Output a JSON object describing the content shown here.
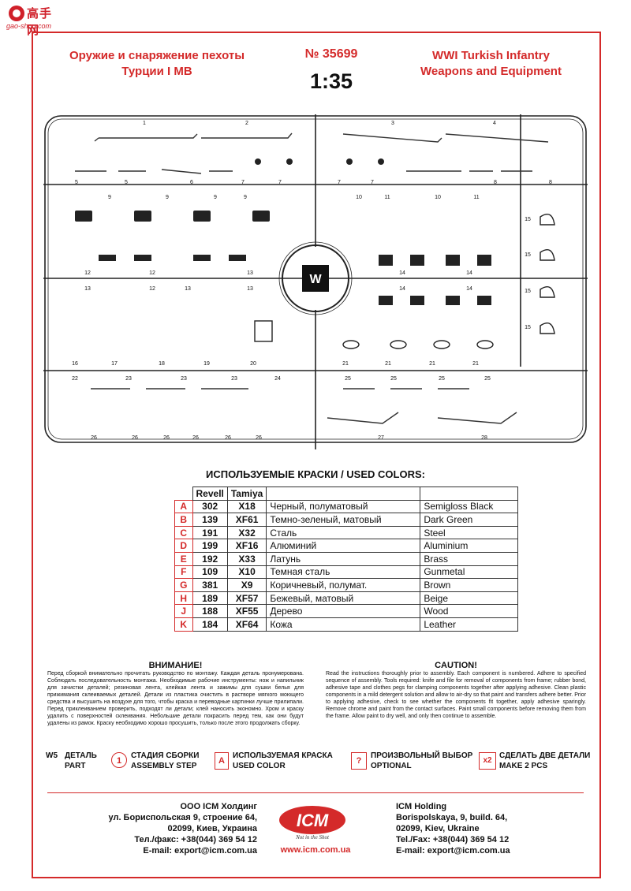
{
  "watermark": {
    "text": "高手网",
    "sub": "gao-shou.com"
  },
  "header": {
    "title_ru_line1": "Оружие и снаряжение пехоты",
    "title_ru_line2": "Турции I MB",
    "catalog_number": "№ 35699",
    "scale": "1:35",
    "title_en_line1": "WWI Turkish Infantry",
    "title_en_line2": "Weapons and Equipment"
  },
  "sprue": {
    "label": "W"
  },
  "colors_title": "ИСПОЛЬЗУЕМЫЕ КРАСКИ / USED COLORS:",
  "color_table": {
    "headers": [
      "Revell",
      "Tamiya"
    ],
    "rows": [
      {
        "letter": "A",
        "revell": "302",
        "tamiya": "X18",
        "ru": "Черный, полуматовый",
        "en": "Semigloss Black"
      },
      {
        "letter": "B",
        "revell": "139",
        "tamiya": "XF61",
        "ru": "Темно-зеленый, матовый",
        "en": "Dark Green"
      },
      {
        "letter": "C",
        "revell": "191",
        "tamiya": "X32",
        "ru": "Сталь",
        "en": "Steel"
      },
      {
        "letter": "D",
        "revell": "199",
        "tamiya": "XF16",
        "ru": "Алюминий",
        "en": "Aluminium"
      },
      {
        "letter": "E",
        "revell": "192",
        "tamiya": "X33",
        "ru": "Латунь",
        "en": "Brass"
      },
      {
        "letter": "F",
        "revell": "109",
        "tamiya": "X10",
        "ru": "Темная сталь",
        "en": "Gunmetal"
      },
      {
        "letter": "G",
        "revell": "381",
        "tamiya": "X9",
        "ru": "Коричневый, полумат.",
        "en": "Brown"
      },
      {
        "letter": "H",
        "revell": "189",
        "tamiya": "XF57",
        "ru": "Бежевый, матовый",
        "en": "Beige"
      },
      {
        "letter": "J",
        "revell": "188",
        "tamiya": "XF55",
        "ru": "Дерево",
        "en": "Wood"
      },
      {
        "letter": "K",
        "revell": "184",
        "tamiya": "XF64",
        "ru": "Кожа",
        "en": "Leather"
      }
    ]
  },
  "notice_ru": {
    "title": "ВНИМАНИЕ!",
    "body": "Перед сборкой внимательно прочитать руководство по монтажу. Каждая деталь пронумерована. Соблюдать последовательность монтажа. Необходимые рабочие инструменты: нож и напильник для зачистки деталей; резиновая лента, клейкая лента и зажимы для сушки белья для прижимания склеиваемых деталей. Детали из пластика очистить в растворе мягкого моющего средства и высушить на воздухе для того, чтобы краска и переводные картинки лучше прилипали. Перед приклеиванием проверить, подходят ли детали; клей наносить экономно. Хром и краску удалить с поверхностей склеивания. Небольшие детали покрасить перед тем, как они будут удалены из рамок. Краску необходимо хорошо просушить, только после этого продолжать сборку."
  },
  "notice_en": {
    "title": "CAUTION!",
    "body": "Read the instructions thoroughly prior to assembly. Each component is numbered. Adhere to specified sequence of assembly. Tools required: knife and file for removal of components from frame; rubber bond, adhesive tape and clothes pegs for clamping components together after applying adhesive. Clean plastic components in a mild detergent solution and allow to air-dry so that paint and transfers adhere better. Prior to applying adhesive, check to see whether the components fit together, apply adhesive sparingly. Remove chrome and paint from the contact surfaces. Paint small components before removing them from the frame. Allow paint to dry well, and only then continue to assemble."
  },
  "legend": {
    "part_symbol": "W5",
    "part_ru": "ДЕТАЛЬ",
    "part_en": "PART",
    "step_symbol": "1",
    "step_ru": "СТАДИЯ СБОРКИ",
    "step_en": "ASSEMBLY STEP",
    "color_symbol": "A",
    "color_ru": "ИСПОЛЬЗУЕМАЯ КРАСКА",
    "color_en": "USED COLOR",
    "optional_symbol": "?",
    "optional_ru": "ПРОИЗВОЛЬНЫЙ ВЫБОР",
    "optional_en": "OPTIONAL",
    "x2_symbol": "x2",
    "x2_ru": "СДЕЛАТЬ ДВЕ ДЕТАЛИ",
    "x2_en": "MAKE 2 PCS"
  },
  "footer": {
    "ru": [
      "ООО ICM Холдинг",
      "ул. Бориспольская 9, строение 64,",
      "02099, Киев, Украина",
      "Тел./факс: +38(044) 369 54 12",
      "E-mail: export@icm.com.ua"
    ],
    "en": [
      "ICM Holding",
      "Borispolskaya, 9, build. 64,",
      "02099, Kiev, Ukraine",
      "Tel./Fax: +38(044) 369 54 12",
      "E-mail: export@icm.com.ua"
    ],
    "logo": "ICM",
    "slogan": "Not in the Shot",
    "url": "www.icm.com.ua"
  },
  "colors": {
    "accent": "#d42a2a"
  }
}
